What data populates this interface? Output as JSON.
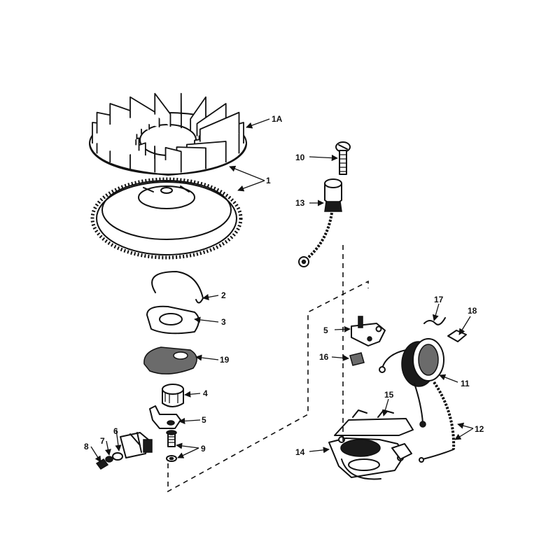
{
  "callouts": {
    "c1A": "1A",
    "c1": "1",
    "c2": "2",
    "c3": "3",
    "c19": "19",
    "c4": "4",
    "c5a": "5",
    "c6": "6",
    "c7": "7",
    "c8": "8",
    "c9": "9",
    "c10": "10",
    "c13": "13",
    "c17": "17",
    "c18": "18",
    "c5b": "5",
    "c16": "16",
    "c11": "11",
    "c15": "15",
    "c14": "14",
    "c12": "12"
  }
}
